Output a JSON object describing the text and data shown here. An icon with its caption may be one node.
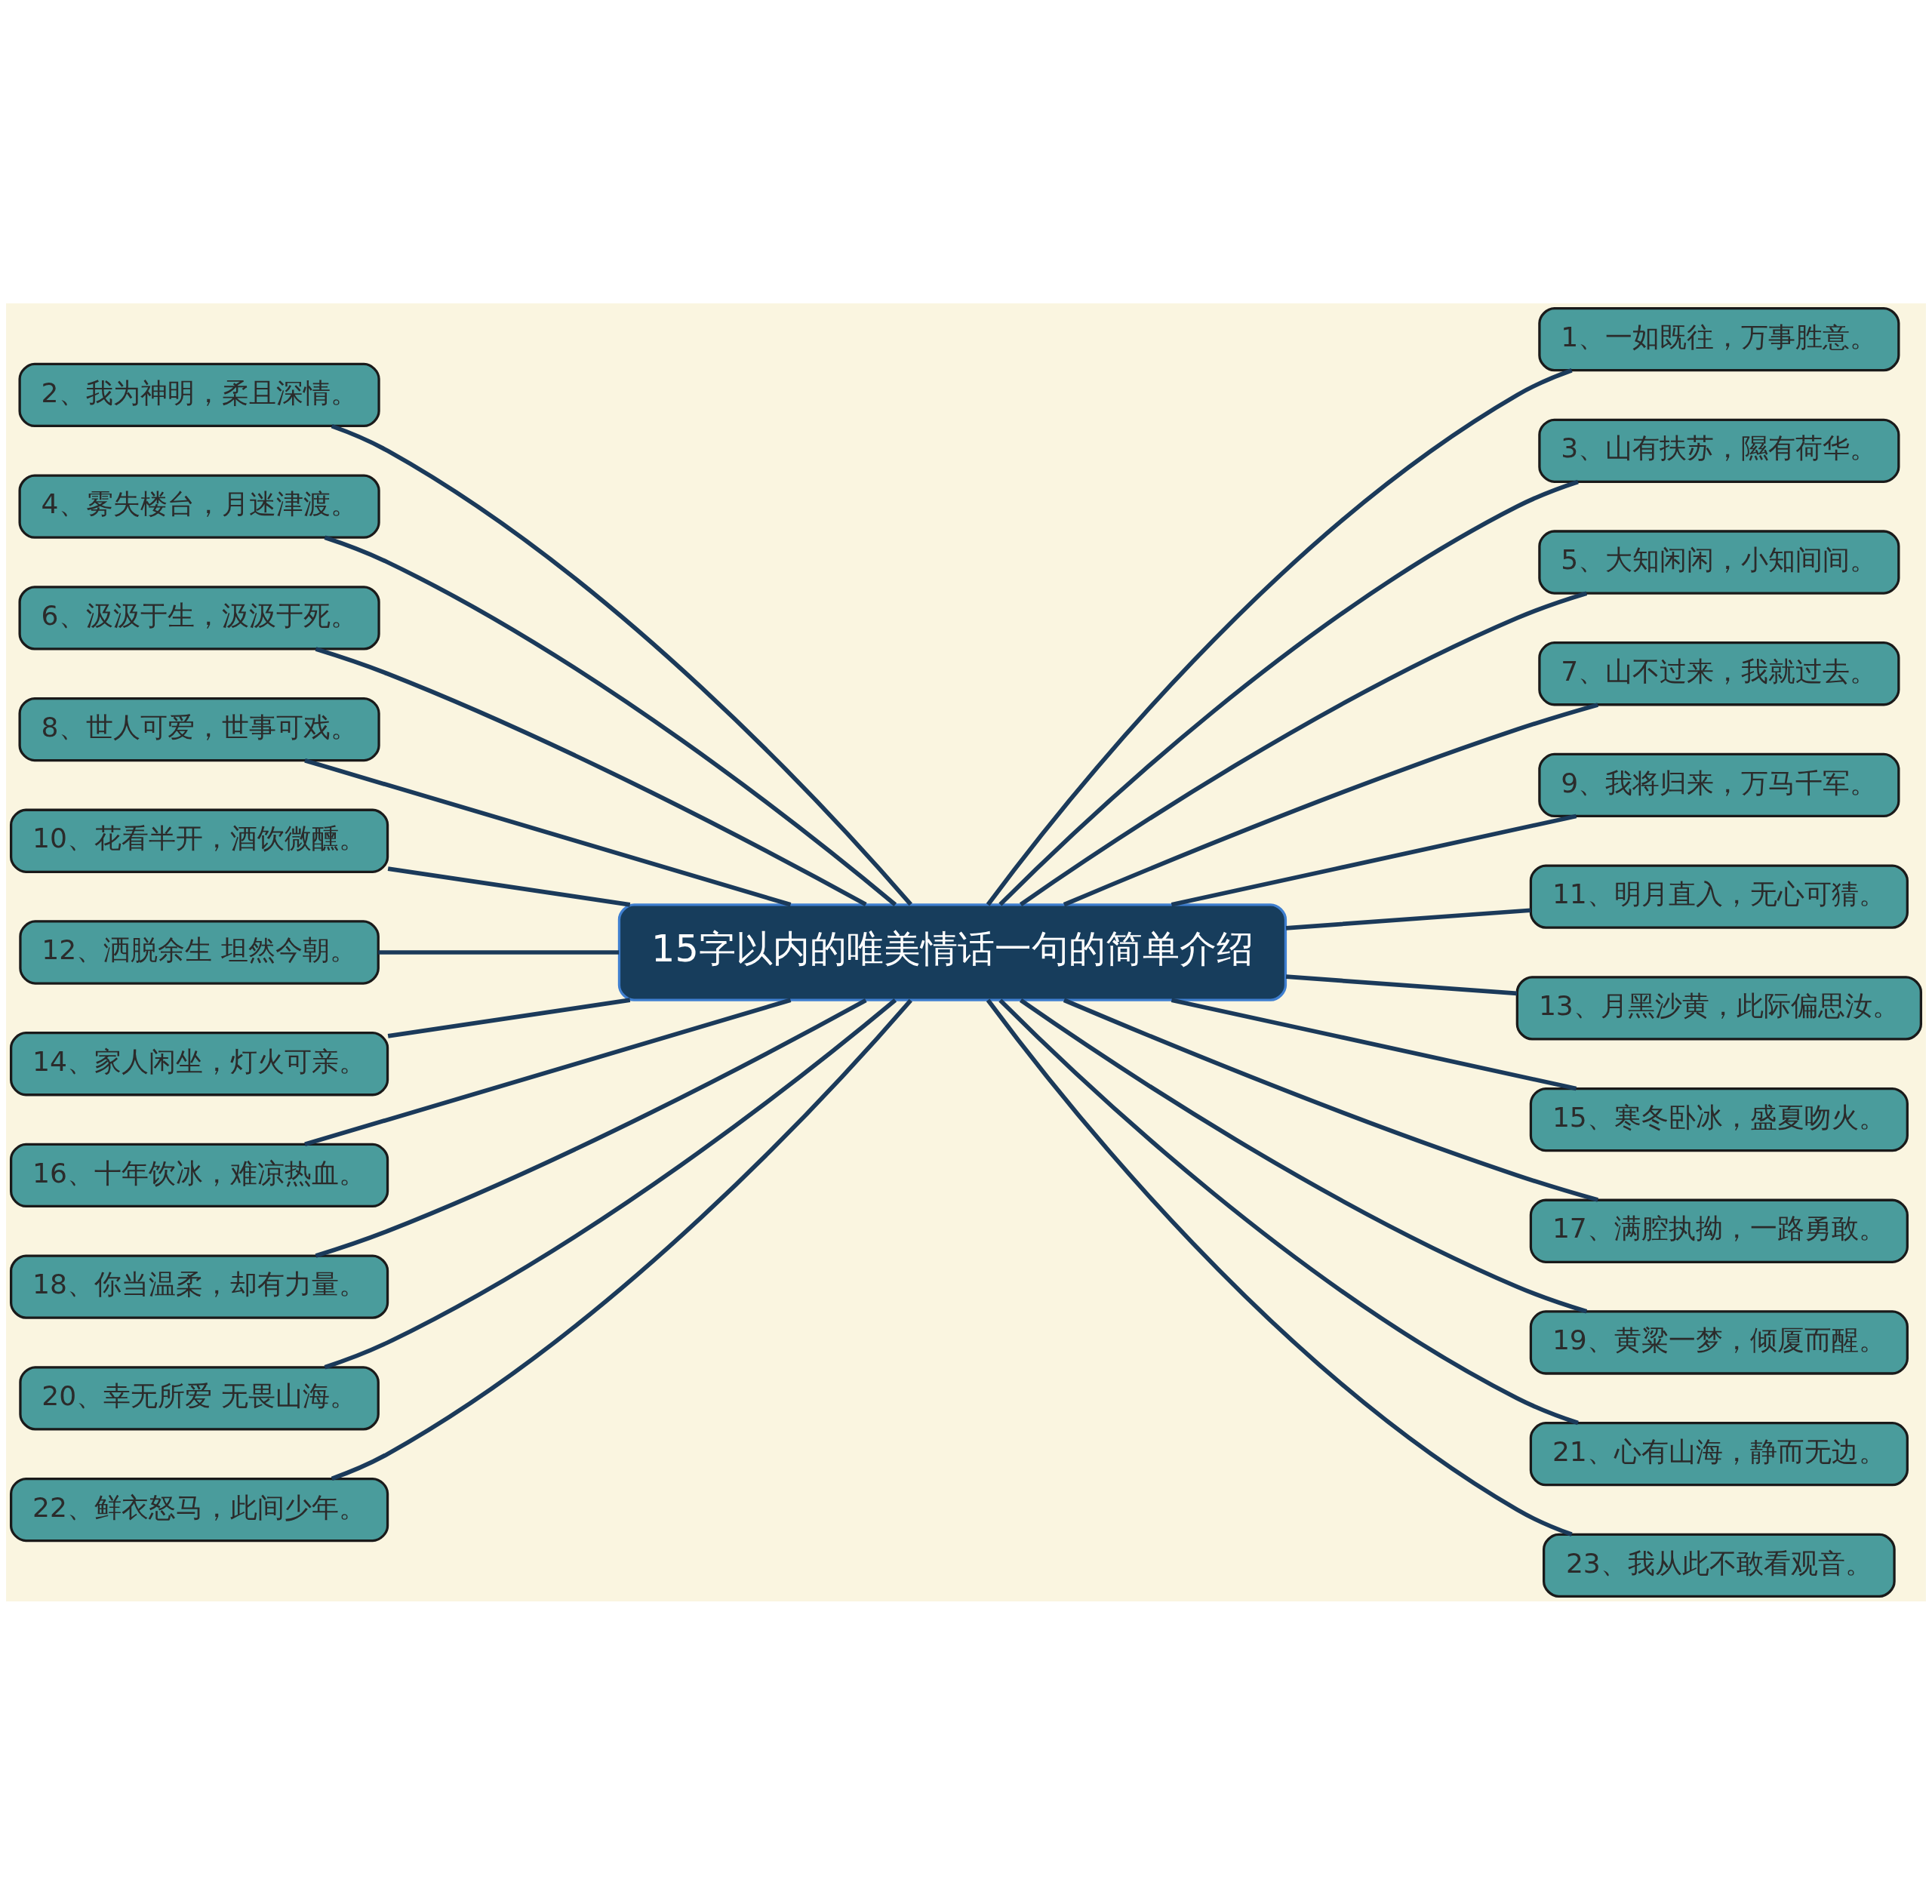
{
  "diagram": {
    "nodes": [
      {
        "text": [
          "15字以内的唯美情话一句的简单介绍"
        ]
      },
      {
        "text": [
          "1、一如既往，万事胜意。"
        ]
      },
      {
        "text": [
          "2、我为神明，柔且深情。"
        ]
      },
      {
        "text": [
          "3、山有扶苏，隰有荷华。"
        ]
      },
      {
        "text": [
          "4、雾失楼台，月迷津渡。"
        ]
      },
      {
        "text": [
          "5、大知闲闲，小知间间。"
        ]
      },
      {
        "text": [
          "6、汲汲于生，汲汲于死。"
        ]
      },
      {
        "text": [
          "7、山不过来，我就过去。"
        ]
      },
      {
        "text": [
          "8、世人可爱，世事可戏。"
        ]
      },
      {
        "text": [
          "9、我将归来，万马千军。"
        ]
      },
      {
        "text": [
          "10、花看半开，酒饮微醺。"
        ]
      },
      {
        "text": [
          "11、明月直入，无心可猜。"
        ]
      },
      {
        "text": [
          "12、洒脱余生 坦然今朝。"
        ]
      },
      {
        "text": [
          "13、月黑沙黄，此际偏思汝。"
        ]
      },
      {
        "text": [
          "14、家人闲坐，灯火可亲。"
        ]
      },
      {
        "text": [
          "15、寒冬卧冰，盛夏吻火。"
        ]
      },
      {
        "text": [
          "16、十年饮冰，难凉热血。"
        ]
      },
      {
        "text": [
          "17、满腔执拗，一路勇敢。"
        ]
      },
      {
        "text": [
          "18、你当温柔，却有力量。"
        ]
      },
      {
        "text": [
          "19、黄粱一梦，倾厦而醒。"
        ]
      },
      {
        "text": [
          "20、幸无所爱 无畏山海。"
        ]
      },
      {
        "text": [
          "21、心有山海，静而无边。"
        ]
      },
      {
        "text": [
          "22、鲜衣怒马，此间少年。"
        ]
      },
      {
        "text": [
          "23、我从此不敢看观音。"
        ]
      }
    ],
    "edges": [
      {
        "from": 0,
        "to": 1,
        "arrow": "none"
      },
      {
        "from": 2,
        "to": 0,
        "arrow": "none"
      },
      {
        "from": 0,
        "to": 3,
        "arrow": "none"
      },
      {
        "from": 4,
        "to": 0,
        "arrow": "none"
      },
      {
        "from": 0,
        "to": 5,
        "arrow": "none"
      },
      {
        "from": 6,
        "to": 0,
        "arrow": "none"
      },
      {
        "from": 0,
        "to": 7,
        "arrow": "none"
      },
      {
        "from": 8,
        "to": 0,
        "arrow": "none"
      },
      {
        "from": 0,
        "to": 9,
        "arrow": "none"
      },
      {
        "from": 10,
        "to": 0,
        "arrow": "none"
      },
      {
        "from": 0,
        "to": 11,
        "arrow": "none"
      },
      {
        "from": 12,
        "to": 0,
        "arrow": "none"
      },
      {
        "from": 0,
        "to": 13,
        "arrow": "none"
      },
      {
        "from": 14,
        "to": 0,
        "arrow": "none"
      },
      {
        "from": 0,
        "to": 15,
        "arrow": "none"
      },
      {
        "from": 16,
        "to": 0,
        "arrow": "none"
      },
      {
        "from": 0,
        "to": 17,
        "arrow": "none"
      },
      {
        "from": 18,
        "to": 0,
        "arrow": "none"
      },
      {
        "from": 0,
        "to": 19,
        "arrow": "none"
      },
      {
        "from": 20,
        "to": 0,
        "arrow": "none"
      },
      {
        "from": 0,
        "to": 21,
        "arrow": "none"
      },
      {
        "from": 22,
        "to": 0,
        "arrow": "none"
      },
      {
        "from": 0,
        "to": 23,
        "arrow": "none"
      }
    ]
  }
}
